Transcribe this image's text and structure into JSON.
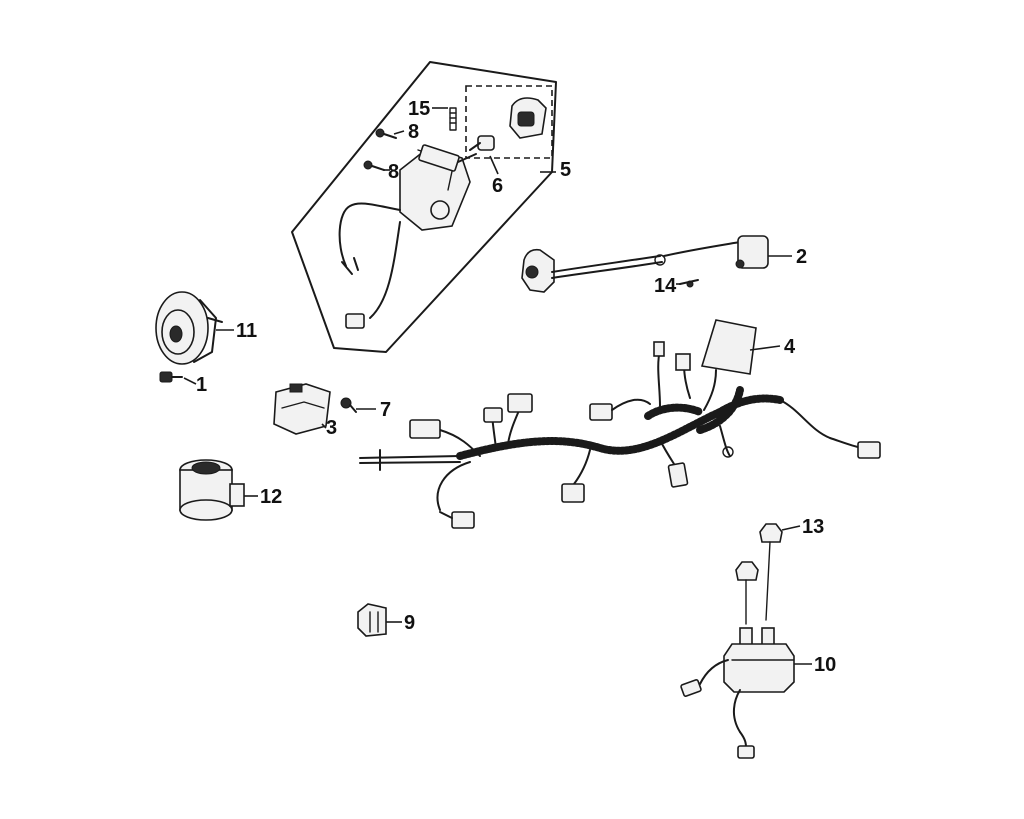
{
  "diagram": {
    "part_labels": [
      "1",
      "2",
      "3",
      "4",
      "5",
      "6",
      "7",
      "8",
      "8",
      "9",
      "10",
      "11",
      "12",
      "13",
      "14",
      "15"
    ],
    "colors": {
      "line": "#1a1a1a",
      "background": "#ffffff"
    }
  }
}
